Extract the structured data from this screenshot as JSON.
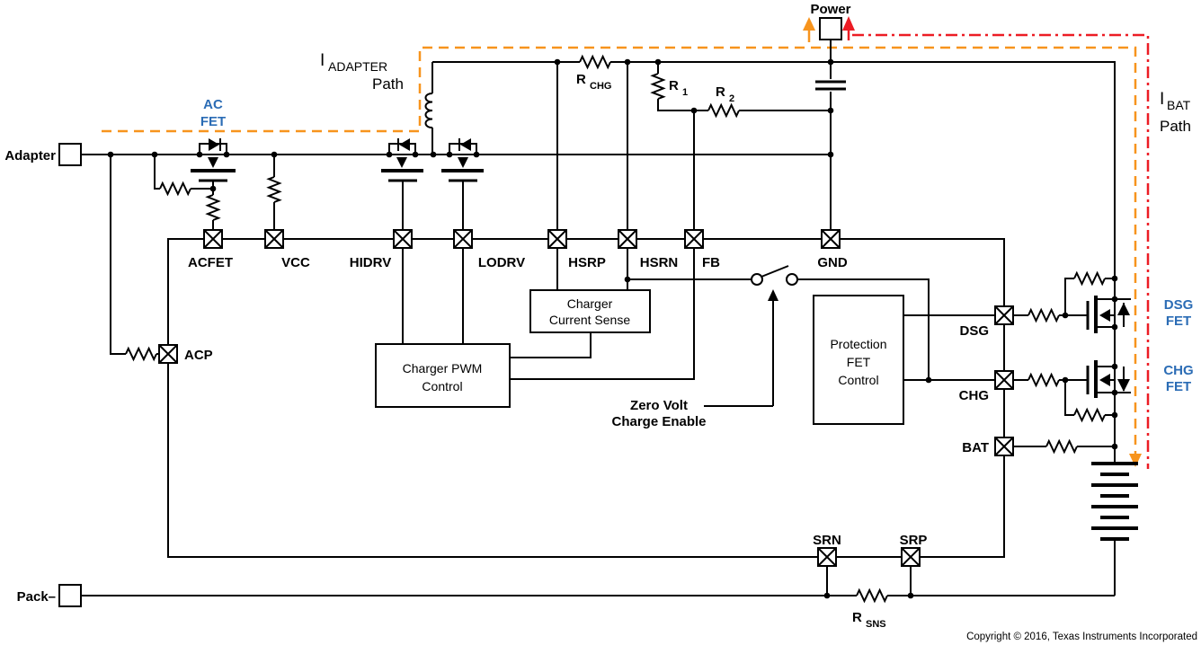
{
  "colors": {
    "wire": "#000000",
    "background": "#FFFFFF",
    "orange": "#F7941D",
    "red": "#EC1C24",
    "blue": "#2B6CB5"
  },
  "terminals": {
    "power": "Power",
    "adapter": "Adapter",
    "pack_minus": "Pack–"
  },
  "current_paths": {
    "adapter": {
      "symbol": "I",
      "subscript": "ADAPTER",
      "word": "Path"
    },
    "battery": {
      "symbol": "I",
      "subscript": "BAT",
      "word": "Path"
    }
  },
  "fet_labels": {
    "ac": {
      "line1": "AC",
      "line2": "FET"
    },
    "dsg": {
      "line1": "DSG",
      "line2": "FET"
    },
    "chg": {
      "line1": "CHG",
      "line2": "FET"
    }
  },
  "pins": {
    "acfet": "ACFET",
    "vcc": "VCC",
    "hidrv": "HIDRV",
    "lodrv": "LODRV",
    "hsrp": "HSRP",
    "hsrn": "HSRN",
    "fb": "FB",
    "gnd": "GND",
    "acp": "ACP",
    "dsg": "DSG",
    "chg": "CHG",
    "bat": "BAT",
    "srn": "SRN",
    "srp": "SRP"
  },
  "resistors": {
    "rchg": {
      "base": "R",
      "sub": "CHG"
    },
    "r1": {
      "base": "R",
      "sub": "1"
    },
    "r2": {
      "base": "R",
      "sub": "2"
    },
    "rsns": {
      "base": "R",
      "sub": "SNS"
    }
  },
  "blocks": {
    "charger_current_sense": {
      "line1": "Charger",
      "line2": "Current Sense"
    },
    "charger_pwm_control": {
      "line1": "Charger PWM",
      "line2": "Control"
    },
    "protection_fet_control": {
      "line1": "Protection",
      "line2": "FET",
      "line3": "Control"
    }
  },
  "switch_label": {
    "line1": "Zero Volt",
    "line2": "Charge Enable"
  },
  "footer": {
    "copyright": "Copyright © 2016, Texas Instruments Incorporated"
  }
}
